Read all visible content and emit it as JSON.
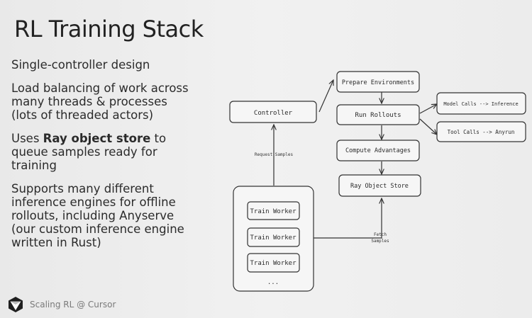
{
  "slide": {
    "title": "RL Training Stack",
    "bullets": [
      {
        "text": "Single-controller design"
      },
      {
        "text": "Load balancing of work across\nmany threads & processes\n(lots of threaded actors)"
      },
      {
        "pre": "Uses ",
        "bold": "Ray object store",
        "post": " to\nqueue samples ready for\ntraining"
      },
      {
        "text": "Supports many different\ninference engines for offline\nrollouts, including Anyserve\n(our custom inference engine\nwritten in Rust)"
      }
    ]
  },
  "footer": {
    "text": "Scaling RL @ Cursor",
    "icon": "cursor-logo-icon"
  },
  "diagram": {
    "nodes": {
      "controller": "Controller",
      "prepare": "Prepare Environments",
      "rollouts": "Run Rollouts",
      "model_calls": "Model Calls --> Inference",
      "tool_calls": "Tool Calls --> Anyrun",
      "advantages": "Compute Advantages",
      "ray_store": "Ray Object Store",
      "workers": [
        "Train Worker",
        "Train Worker",
        "Train Worker"
      ],
      "ellipsis": "..."
    },
    "edge_labels": {
      "request": "Request Samples",
      "fetch": [
        "Fetch",
        "Samples"
      ]
    }
  }
}
